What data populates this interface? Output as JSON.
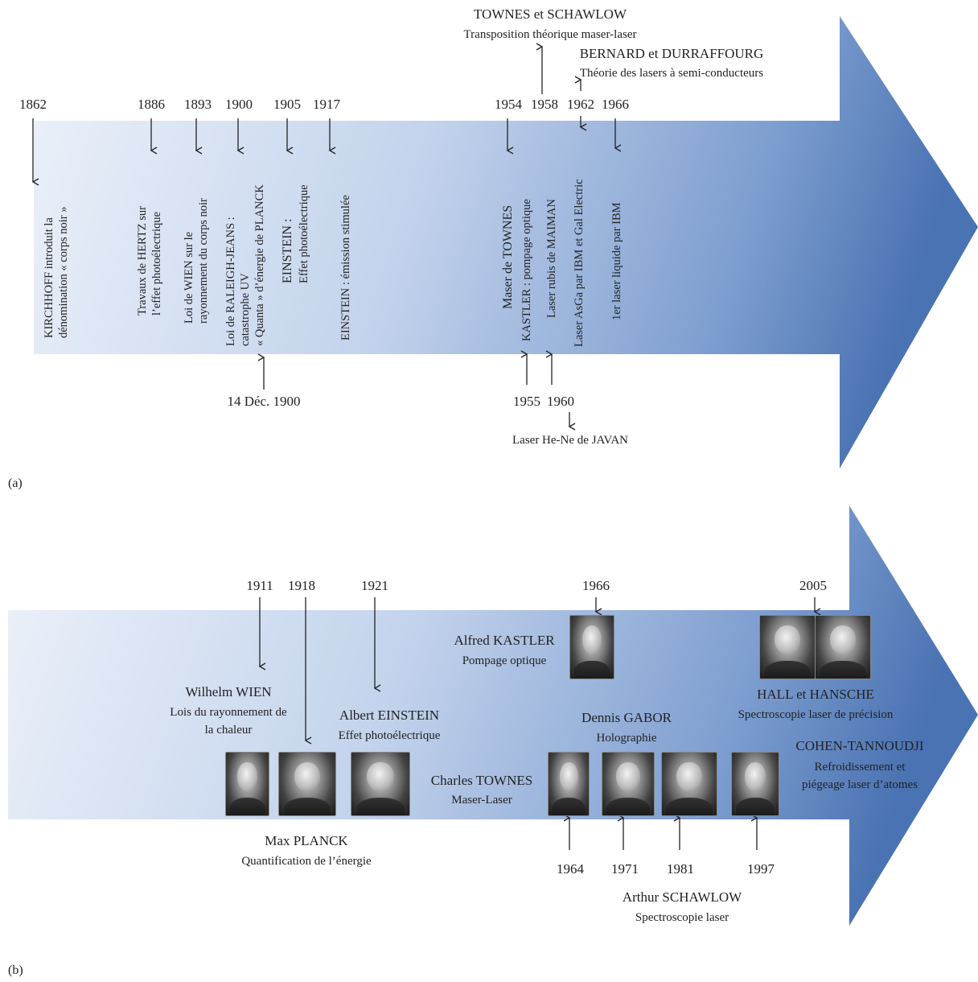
{
  "panel_a": {
    "caption": "(a)",
    "years_top": [
      {
        "id": "y1862",
        "label": "1862"
      },
      {
        "id": "y1886",
        "label": "1886"
      },
      {
        "id": "y1893",
        "label": "1893"
      },
      {
        "id": "y1900",
        "label": "1900"
      },
      {
        "id": "y1905",
        "label": "1905"
      },
      {
        "id": "y1917",
        "label": "1917"
      },
      {
        "id": "y1954",
        "label": "1954"
      },
      {
        "id": "y1958",
        "label": "1958"
      },
      {
        "id": "y1962",
        "label": "1962"
      },
      {
        "id": "y1966",
        "label": "1966"
      }
    ],
    "years_bottom": [
      {
        "id": "y14dec",
        "label": "14 Déc. 1900"
      },
      {
        "id": "y1955",
        "label": "1955"
      },
      {
        "id": "y1960",
        "label": "1960"
      }
    ],
    "events": [
      {
        "id": "kirchhoff",
        "lines": [
          "KIRCHHOFF introduit la",
          "dénomination « corps noir »"
        ]
      },
      {
        "id": "hertz",
        "lines": [
          "Travaux de HERTZ sur",
          "l’effet photoélectrique"
        ]
      },
      {
        "id": "wien",
        "lines": [
          "Loi de WIEN sur le",
          "rayonnement du corps noir"
        ]
      },
      {
        "id": "rayleigh",
        "lines": [
          "Loi de RALEIGH-JEANS :",
          "catastrophe UV",
          "« Quanta » d’énergie de PLANCK"
        ]
      },
      {
        "id": "einstein1905",
        "lines": [
          "EINSTEIN :",
          "Effet photoélectrique"
        ]
      },
      {
        "id": "einstein1917",
        "lines": [
          "EINSTEIN : émission stimulée"
        ]
      },
      {
        "id": "maser",
        "lines": [
          "Maser de TOWNES"
        ]
      },
      {
        "id": "kastler",
        "lines": [
          "KASTLER : pompage optique"
        ]
      },
      {
        "id": "maiman",
        "lines": [
          "Laser rubis de MAIMAN"
        ]
      },
      {
        "id": "asga",
        "lines": [
          "Laser AsGa par IBM et Gal Electric"
        ]
      },
      {
        "id": "ibm",
        "lines": [
          "1er laser liquide par IBM"
        ]
      }
    ],
    "notes": {
      "townes_title": "TOWNES et SCHAWLOW",
      "townes_sub": "Transposition théorique maser-laser",
      "bernard_title": "BERNARD et DURRAFFOURG",
      "bernard_sub": "Théorie des lasers à semi-conducteurs",
      "javan": "Laser He-Ne de JAVAN"
    }
  },
  "panel_b": {
    "caption": "(b)",
    "years_top": [
      {
        "id": "b1911",
        "label": "1911"
      },
      {
        "id": "b1918",
        "label": "1918"
      },
      {
        "id": "b1921",
        "label": "1921"
      },
      {
        "id": "b1966",
        "label": "1966"
      },
      {
        "id": "b2005",
        "label": "2005"
      }
    ],
    "years_bottom": [
      {
        "id": "b1964",
        "label": "1964"
      },
      {
        "id": "b1971",
        "label": "1971"
      },
      {
        "id": "b1981",
        "label": "1981"
      },
      {
        "id": "b1997",
        "label": "1997"
      }
    ],
    "laureates": {
      "wien": {
        "name": "Wilhelm WIEN",
        "desc": [
          "Lois du rayonnement de",
          "la chaleur"
        ]
      },
      "einstein": {
        "name": "Albert EINSTEIN",
        "desc": [
          "Effet photoélectrique"
        ]
      },
      "planck": {
        "name": "Max PLANCK",
        "desc": [
          "Quantification de l’énergie"
        ]
      },
      "kastler": {
        "name": "Alfred KASTLER",
        "desc": [
          "Pompage optique"
        ]
      },
      "townes": {
        "name": "Charles TOWNES",
        "desc": [
          "Maser-Laser"
        ]
      },
      "gabor": {
        "name": "Dennis GABOR",
        "desc": [
          "Holographie"
        ]
      },
      "schawlow": {
        "name": "Arthur SCHAWLOW",
        "desc": [
          "Spectroscopie laser"
        ]
      },
      "hall": {
        "name": "HALL et HANSCHE",
        "desc": [
          "Spectroscopie laser de précision"
        ]
      },
      "cohen": {
        "name": "COHEN-TANNOUDJI",
        "desc": [
          "Refroidissement et",
          "piégeage laser d’atomes"
        ]
      }
    }
  },
  "colors": {
    "arrow_light": "#e4ecf7",
    "arrow_dark": "#4a73b3",
    "ink": "#222222"
  }
}
